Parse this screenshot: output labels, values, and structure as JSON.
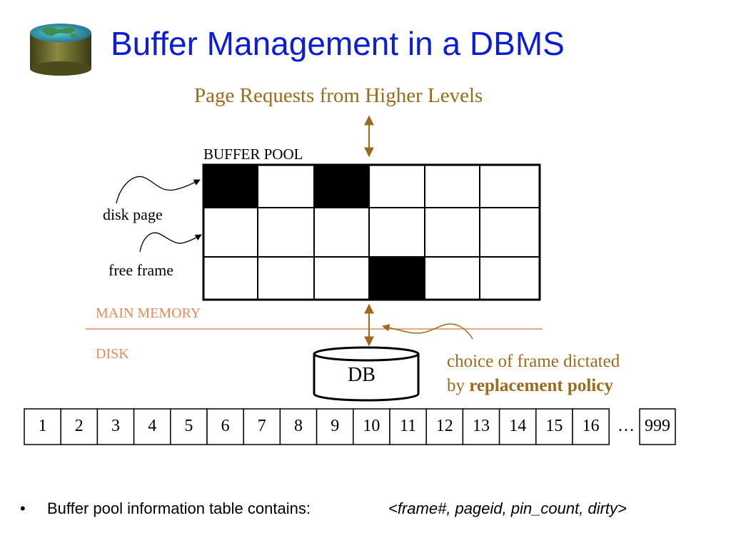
{
  "slide": {
    "title": "Buffer Management in a DBMS",
    "page_requests_label": "Page Requests from Higher Levels",
    "buffer_pool_label": "BUFFER POOL",
    "disk_page_label": "disk page",
    "free_frame_label": "free frame",
    "main_memory_label": "MAIN MEMORY",
    "disk_label": "DISK",
    "db_label": "DB",
    "policy_line1": "choice of frame dictated",
    "policy_line2_prefix": "by ",
    "policy_line2_bold": "replacement policy",
    "bullet_text": "Buffer pool information table contains:",
    "bullet_info": "<frame#, pageid, pin_count, dirty>"
  },
  "buffer_pool": {
    "filled_cells": [
      [
        0,
        0
      ],
      [
        0,
        2
      ],
      [
        2,
        3
      ]
    ]
  },
  "disk_pages": [
    "1",
    "2",
    "3",
    "4",
    "5",
    "6",
    "7",
    "8",
    "9",
    "10",
    "11",
    "12",
    "13",
    "14",
    "15",
    "16"
  ],
  "disk_ellipsis": "…",
  "disk_last_page": "999",
  "colors": {
    "title": "#0b1dd6",
    "subtitle": "#9b6a1a",
    "orange_label": "#e38a55",
    "filled_frame": "#000000"
  }
}
